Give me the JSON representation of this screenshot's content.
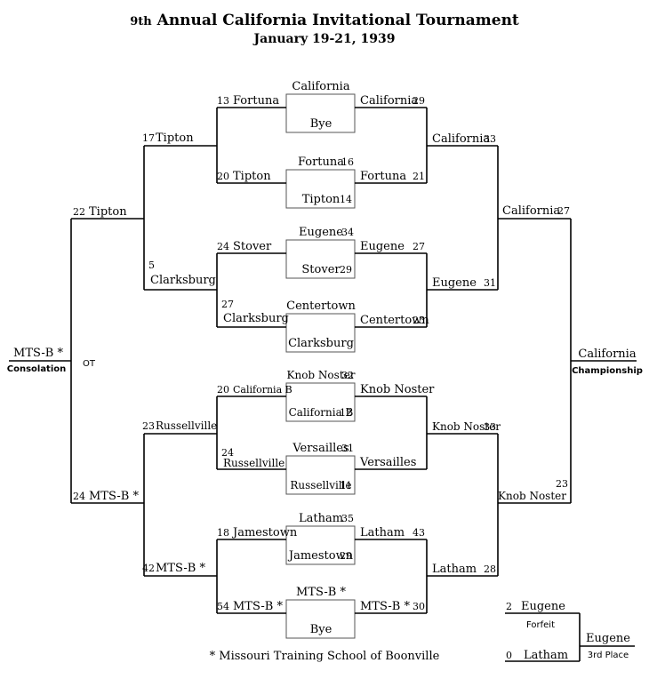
{
  "header": {
    "title_ord": "9th",
    "title_main": " Annual California Invitational Tournament",
    "dates": "January 19-21, 1939"
  },
  "footnote": "* Missouri Training School of Boonville",
  "rounds": {
    "r1": [
      {
        "top": {
          "name": "California",
          "score": ""
        },
        "bottom": {
          "name": "Bye",
          "score": ""
        }
      },
      {
        "top": {
          "name": "Fortuna",
          "score": "16"
        },
        "bottom": {
          "name": "Tipton",
          "score": "14"
        }
      },
      {
        "top": {
          "name": "Eugene",
          "score": "34"
        },
        "bottom": {
          "name": "Stover",
          "score": "29"
        }
      },
      {
        "top": {
          "name": "Centertown",
          "score": ""
        },
        "bottom": {
          "name": "Clarksburg",
          "score": ""
        }
      },
      {
        "top": {
          "name": "Knob Noster",
          "score": "32"
        },
        "bottom": {
          "name": "California B",
          "score": "12"
        }
      },
      {
        "top": {
          "name": "Versailles",
          "score": "31"
        },
        "bottom": {
          "name": "Russellville",
          "score": "11"
        }
      },
      {
        "top": {
          "name": "Latham",
          "score": "35"
        },
        "bottom": {
          "name": "Jamestown",
          "score": "29"
        }
      },
      {
        "top": {
          "name": "MTS-B *",
          "score": ""
        },
        "bottom": {
          "name": "Bye",
          "score": ""
        }
      }
    ],
    "right_r2": [
      {
        "name": "California",
        "score": "29"
      },
      {
        "name": "Fortuna",
        "score": "21"
      },
      {
        "name": "Eugene",
        "score": "27"
      },
      {
        "name": "Centertown",
        "score": "25"
      },
      {
        "name": "Knob Noster",
        "score": ""
      },
      {
        "name": "Versailles",
        "score": ""
      },
      {
        "name": "Latham",
        "score": "43"
      },
      {
        "name": "MTS-B *",
        "score": "30"
      }
    ],
    "right_r3": [
      {
        "name": "California",
        "score": "33"
      },
      {
        "name": "Eugene",
        "score": "31"
      },
      {
        "name": "Knob Noster",
        "score": "33"
      },
      {
        "name": "Latham",
        "score": "28"
      }
    ],
    "right_r4": [
      {
        "name": "California",
        "score": "27"
      },
      {
        "name": "Knob Noster",
        "score": "23"
      }
    ],
    "champion": {
      "name": "California",
      "label": "Championship"
    },
    "left_r2": [
      {
        "name": "Fortuna",
        "score": "13"
      },
      {
        "name": "Tipton",
        "score": "20"
      },
      {
        "name": "Stover",
        "score": "24"
      },
      {
        "name": "Clarksburg",
        "score": "27"
      },
      {
        "name": "California B",
        "score": "20"
      },
      {
        "name": "Russellville",
        "score": "24"
      },
      {
        "name": "Jamestown",
        "score": "18"
      },
      {
        "name": "MTS-B *",
        "score": "54"
      }
    ],
    "left_r3": [
      {
        "name": "Tipton",
        "score": "17"
      },
      {
        "name": "Clarksburg",
        "score": "5"
      },
      {
        "name": "Russellville",
        "score": "23"
      },
      {
        "name": "MTS-B *",
        "score": "42"
      }
    ],
    "left_r4": [
      {
        "name": "Tipton",
        "score": "22"
      },
      {
        "name": "MTS-B *",
        "score": "24"
      }
    ],
    "consolation": {
      "name": "MTS-B *",
      "label": "Consolation",
      "note": "OT"
    },
    "third_place": {
      "top": {
        "name": "Eugene",
        "score": "2"
      },
      "bottom": {
        "name": "Latham",
        "score": "0"
      },
      "note": "Forfeit",
      "winner": "Eugene",
      "label": "3rd Place"
    }
  }
}
